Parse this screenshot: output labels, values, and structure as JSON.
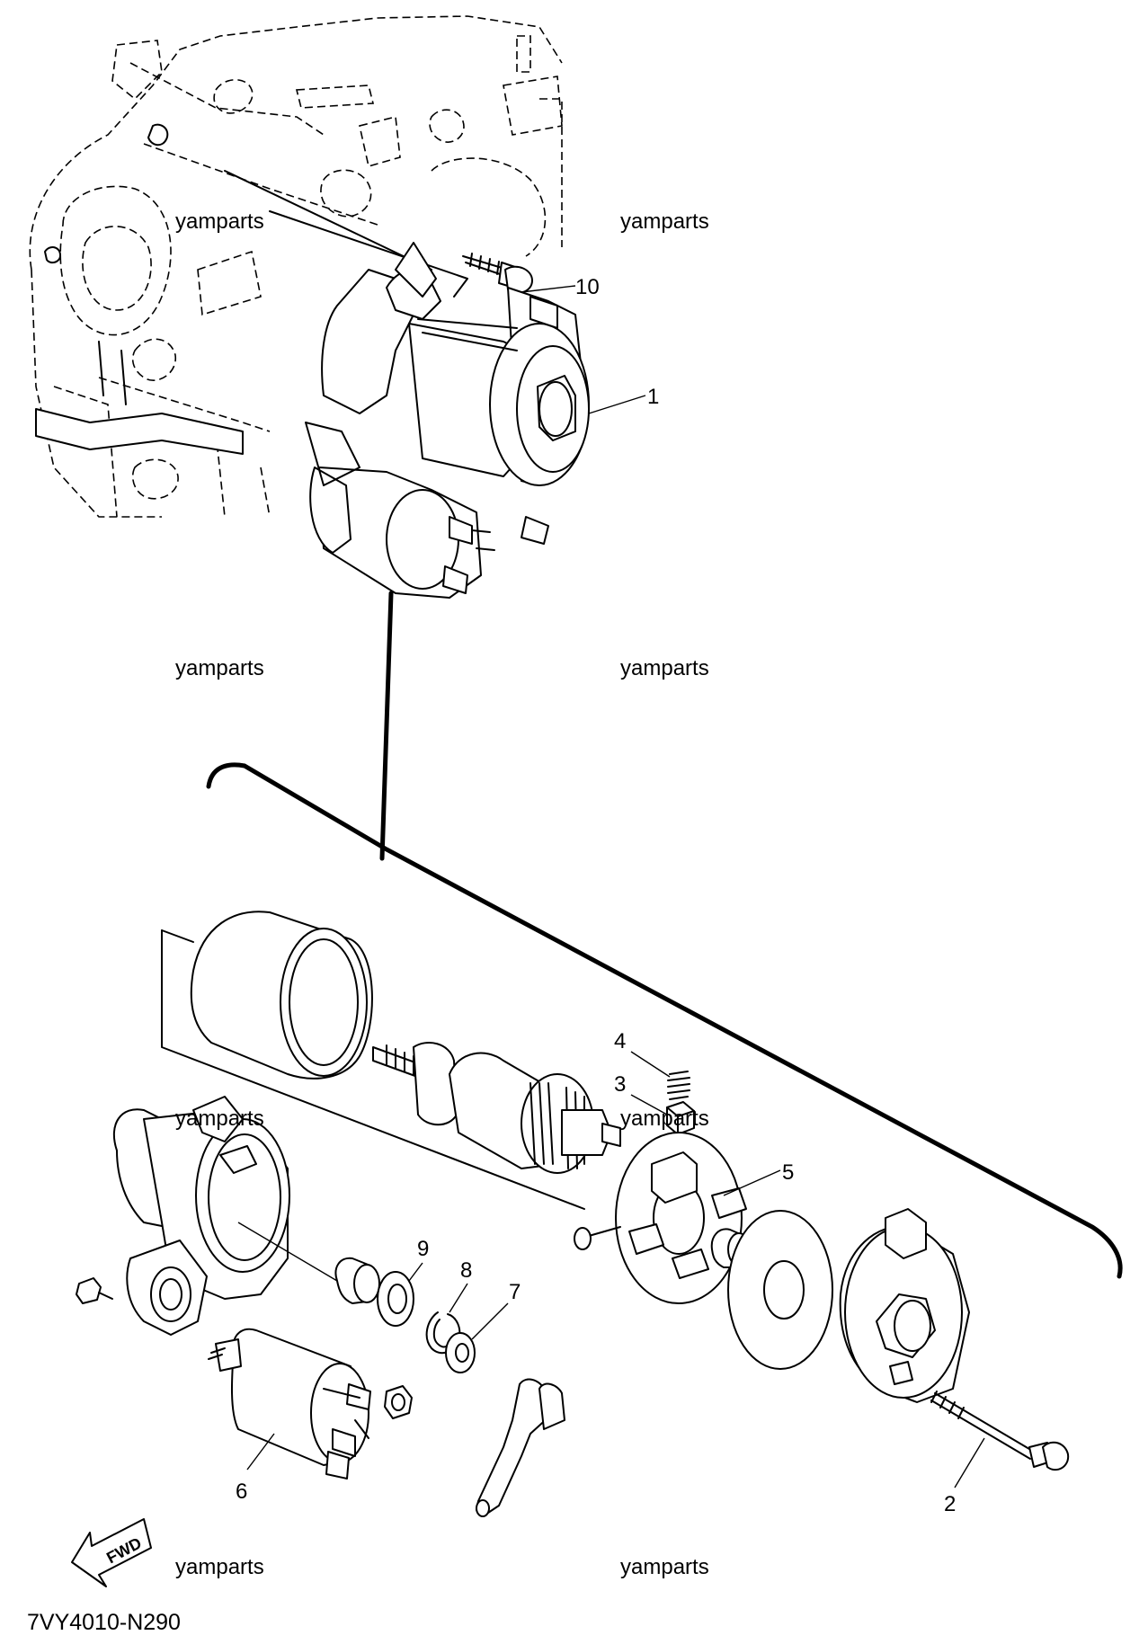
{
  "diagram_code": "7VY4010-N290",
  "watermark": "yamparts",
  "direction_label": "FWD",
  "callouts": [
    {
      "id": "1",
      "label": "1"
    },
    {
      "id": "2",
      "label": "2"
    },
    {
      "id": "3",
      "label": "3"
    },
    {
      "id": "4",
      "label": "4"
    },
    {
      "id": "5",
      "label": "5"
    },
    {
      "id": "6",
      "label": "6"
    },
    {
      "id": "7",
      "label": "7"
    },
    {
      "id": "8",
      "label": "8"
    },
    {
      "id": "9",
      "label": "9"
    },
    {
      "id": "10",
      "label": "10"
    }
  ]
}
